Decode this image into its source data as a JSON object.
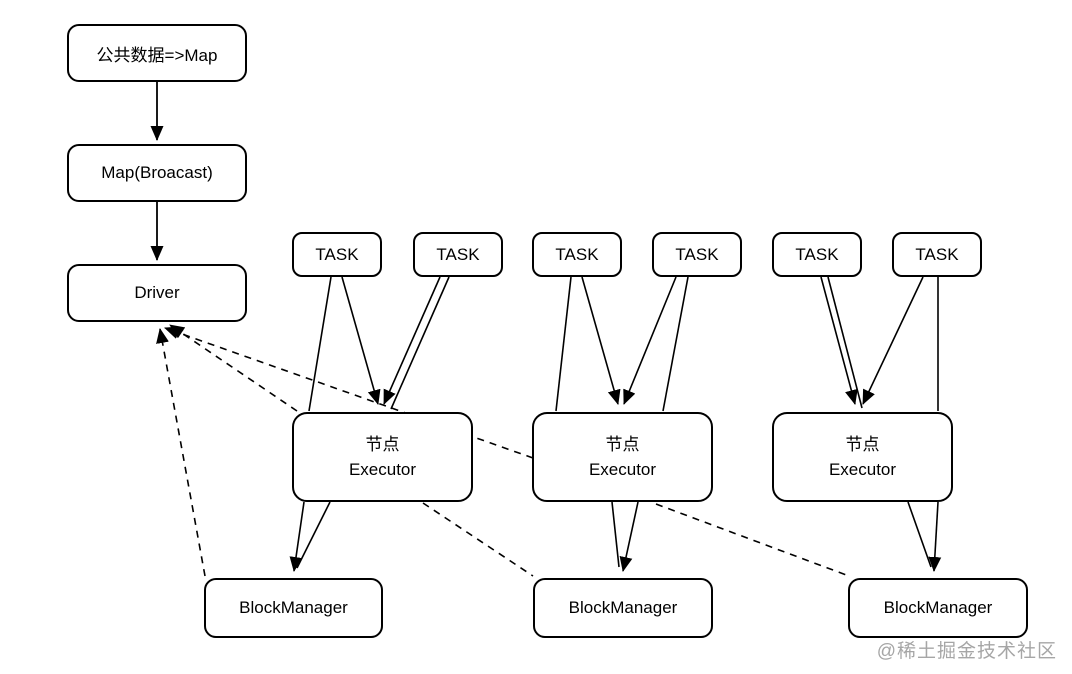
{
  "diagram": {
    "source_label": "公共数据=>Map",
    "broadcast_label": "Map(Broacast)",
    "driver_label": "Driver",
    "tasks": [
      "TASK",
      "TASK",
      "TASK",
      "TASK",
      "TASK",
      "TASK"
    ],
    "executors": [
      {
        "line1": "节点",
        "line2": "Executor"
      },
      {
        "line1": "节点",
        "line2": "Executor"
      },
      {
        "line1": "节点",
        "line2": "Executor"
      }
    ],
    "blockmanagers": [
      "BlockManager",
      "BlockManager",
      "BlockManager"
    ],
    "relationships": [
      {
        "from": "public-data-map",
        "to": "map-broadcast",
        "style": "solid-arrow"
      },
      {
        "from": "map-broadcast",
        "to": "driver",
        "style": "solid-arrow"
      },
      {
        "from": "task-1",
        "to": "executor-1",
        "style": "solid-arrow"
      },
      {
        "from": "task-2",
        "to": "executor-1",
        "style": "solid-arrow"
      },
      {
        "from": "task-3",
        "to": "executor-2",
        "style": "solid-arrow"
      },
      {
        "from": "task-4",
        "to": "executor-2",
        "style": "solid-arrow"
      },
      {
        "from": "task-5",
        "to": "executor-3",
        "style": "solid-arrow"
      },
      {
        "from": "task-6",
        "to": "executor-3",
        "style": "solid-arrow"
      },
      {
        "from": "executor-1",
        "to": "blockmanager-1",
        "style": "solid-arrow"
      },
      {
        "from": "executor-2",
        "to": "blockmanager-2",
        "style": "solid-arrow"
      },
      {
        "from": "executor-3",
        "to": "blockmanager-3",
        "style": "solid-arrow"
      },
      {
        "from": "executor-1",
        "to": "driver",
        "style": "dashed-arrow"
      },
      {
        "from": "executor-2",
        "to": "driver",
        "style": "dashed-arrow"
      },
      {
        "from": "blockmanager-1",
        "to": "driver",
        "style": "dashed-arrow"
      },
      {
        "from": "executor-1",
        "to": "blockmanager-2",
        "style": "dashed-line"
      },
      {
        "from": "executor-2",
        "to": "blockmanager-3",
        "style": "dashed-line"
      }
    ]
  },
  "watermark": {
    "text": "@稀土掘金技术社区"
  },
  "colors": {
    "background": "#ffffff",
    "box_fill": "#ffffff",
    "box_border": "#000000",
    "line": "#000000",
    "watermark": "#a6a6a6"
  }
}
